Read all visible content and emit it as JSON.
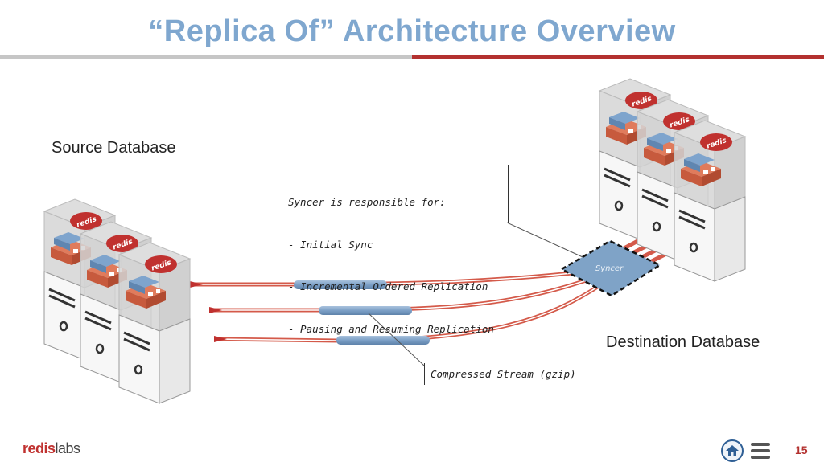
{
  "title": "“Replica Of” Architecture Overview",
  "source_label": "Source Database",
  "destination_label": "Destination Database",
  "syncer_label": "Syncer",
  "server_badge": "redis",
  "syncer_note": {
    "lines": [
      "Syncer is responsible for:",
      "- Initial Sync",
      "- Incremental Ordered Replication",
      "- Pausing and Resuming Replication"
    ]
  },
  "stream_note": "Compressed Stream (gzip)",
  "logo": {
    "redis": "redis",
    "labs": "labs"
  },
  "page_number": "15",
  "colors": {
    "title": "#7fa7cf",
    "accent_red": "#b3312f",
    "stream_blue": "#7b9fc6",
    "syncer_blue": "#7fa3c7"
  },
  "nav": {
    "home_icon": "home-icon",
    "menu_icon": "menu-icon"
  }
}
